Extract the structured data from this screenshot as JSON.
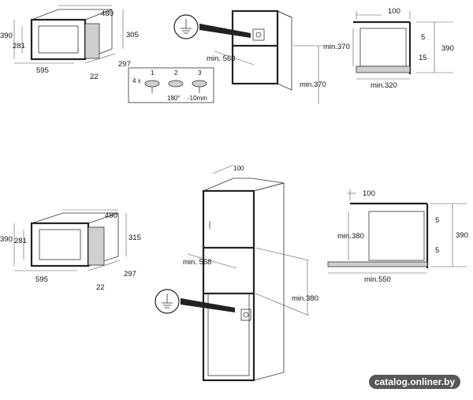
{
  "top": {
    "microwave": {
      "width": "480",
      "height_outer": "390",
      "height_inner": "281",
      "depth": "305",
      "depth_total": "297",
      "front_width": "595",
      "offset": "22"
    },
    "cabinet": {
      "min_width": "min. 568",
      "min_height": "min.370"
    },
    "steps": {
      "count": "4 x",
      "s1": "1",
      "s2": "2",
      "s3": "3",
      "angle": "180°",
      "shift": "-10mm"
    },
    "side": {
      "gap": "100",
      "min_h": "min.370",
      "min_d": "min.320",
      "total_h": "390",
      "top_gap": "5",
      "bottom_gap": "15"
    }
  },
  "bottom": {
    "microwave": {
      "width": "480",
      "height_outer": "390",
      "height_inner": "281",
      "depth": "315",
      "depth_total": "297",
      "front_width": "595",
      "offset": "22"
    },
    "cabinet": {
      "top_gap": "100",
      "min_width": "min. 568",
      "min_height": "min.380"
    },
    "side": {
      "gap": "100",
      "min_h": "min.380",
      "min_d": "min.550",
      "total_h": "390",
      "top_gap": "5",
      "bottom_gap": "5"
    }
  },
  "watermark": "catalog.onliner.by"
}
